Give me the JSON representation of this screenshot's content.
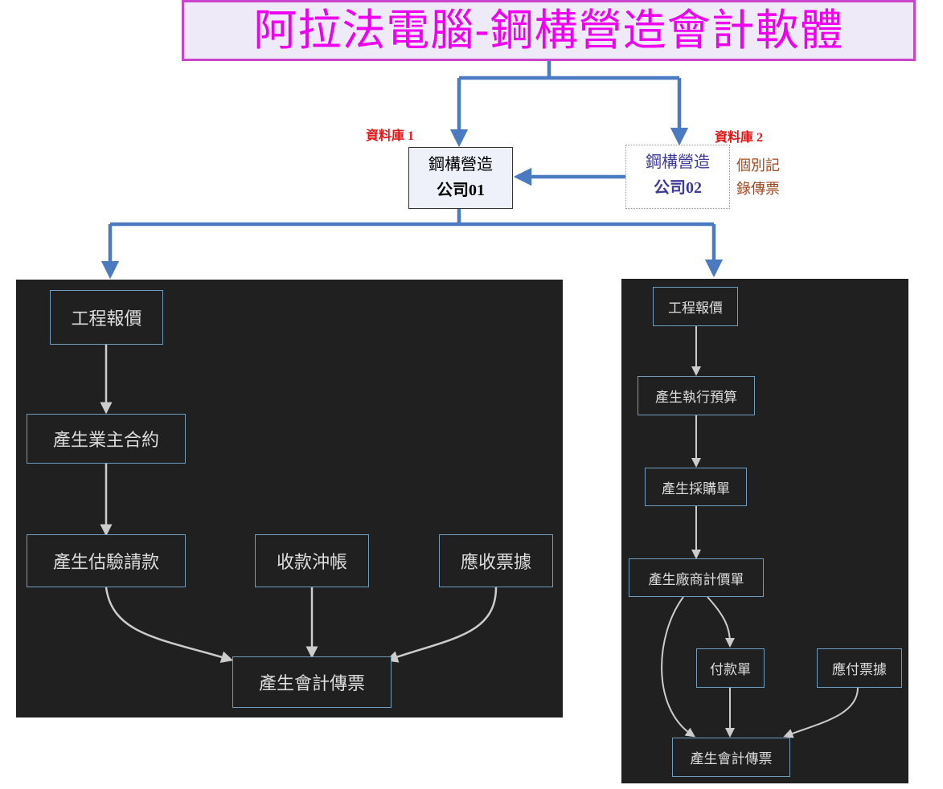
{
  "title": "阿拉法電腦-鋼構營造會計軟體",
  "databases": {
    "db1_label": "資料庫 1",
    "db2_label": "資料庫 2"
  },
  "companies": {
    "company01": {
      "line1": "鋼構營造",
      "line2": "公司01"
    },
    "company02": {
      "line1": "鋼構營造",
      "line2": "公司02"
    }
  },
  "note": {
    "line1": "個別記",
    "line2": "錄傳票"
  },
  "left_flow": {
    "nodes": {
      "quotation": "工程報價",
      "owner_contract": "產生業主合約",
      "valuation_billing": "產生估驗請款",
      "receipt_writeoff": "收款沖帳",
      "notes_receivable": "應收票據",
      "accounting_voucher": "產生會計傳票"
    }
  },
  "right_flow": {
    "nodes": {
      "quotation": "工程報價",
      "execution_budget": "產生執行預算",
      "purchase_order": "產生採購單",
      "vendor_valuation": "產生廠商計價單",
      "payment_slip": "付款單",
      "notes_payable": "應付票據",
      "accounting_voucher": "產生會計傳票"
    }
  },
  "colors": {
    "title_text": "#ee00ee",
    "title_border": "#cc44cc",
    "title_bg": "#eeeaf8",
    "connector_blue": "#4a7abf",
    "db_label_red": "#e01818",
    "note_brown": "#a0481f",
    "panel_bg": "#202020",
    "node_border": "#6d9ec0",
    "node_text": "#dddddd",
    "flow_arrow": "#cccccc"
  }
}
